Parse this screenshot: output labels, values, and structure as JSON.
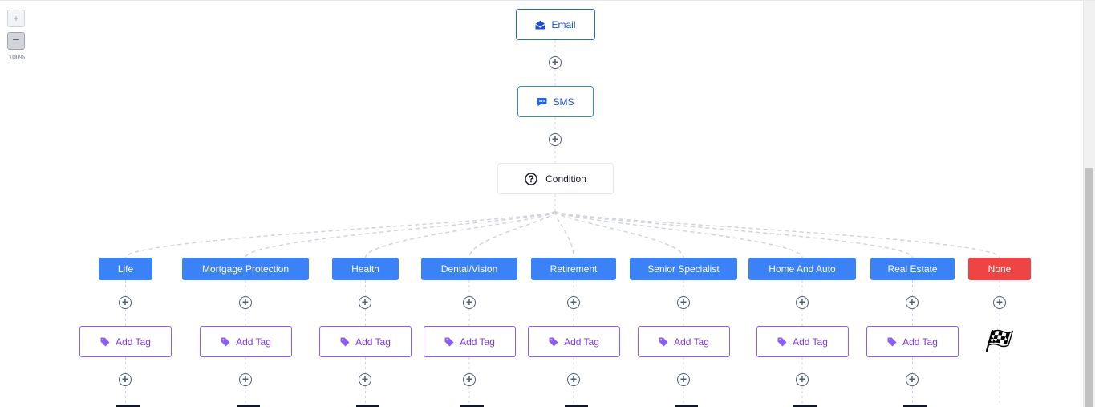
{
  "zoom": {
    "in_label": "+",
    "out_label": "−",
    "level": "100%"
  },
  "nodes": {
    "email": {
      "label": "Email",
      "icon": "envelope-open-icon"
    },
    "sms": {
      "label": "SMS",
      "icon": "chat-bubble-icon"
    },
    "condition": {
      "label": "Condition",
      "icon": "question-circle-icon"
    }
  },
  "add_symbol": "+",
  "branches": [
    {
      "label": "Life",
      "kind": "normal"
    },
    {
      "label": "Mortgage Protection",
      "kind": "normal"
    },
    {
      "label": "Health",
      "kind": "normal"
    },
    {
      "label": "Dental/Vision",
      "kind": "normal"
    },
    {
      "label": "Retirement",
      "kind": "normal"
    },
    {
      "label": "Senior Specialist",
      "kind": "normal"
    },
    {
      "label": "Home And Auto",
      "kind": "normal"
    },
    {
      "label": "Real Estate",
      "kind": "normal"
    },
    {
      "label": "None",
      "kind": "none"
    }
  ],
  "tag_action": {
    "label": "Add Tag",
    "icon": "tag-icon"
  },
  "end_icon": "checkered-flag-icon",
  "colors": {
    "branch": "#3b82f6",
    "branch_none": "#ef4444",
    "tag": "#8b5cf6",
    "email_border": "#2563eb",
    "connector": "#d1d5db"
  }
}
